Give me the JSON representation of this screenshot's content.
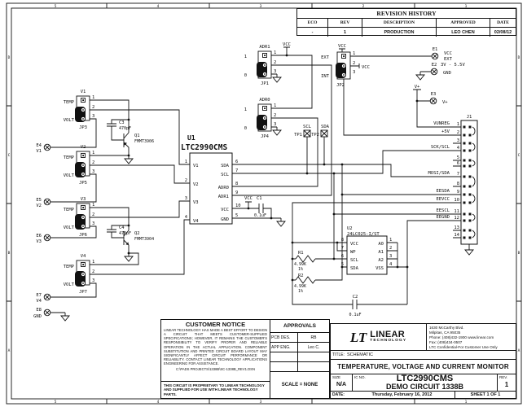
{
  "frame": {
    "zones_top": [
      "5",
      "4",
      "3",
      "2",
      "1"
    ],
    "zones_side": [
      "D",
      "C",
      "B",
      "A"
    ]
  },
  "rev": {
    "title": "REVISION HISTORY",
    "headers": [
      "ECO",
      "REV",
      "DESCRIPTION",
      "APPROVED",
      "DATE"
    ],
    "row": {
      "eco": "-",
      "rev": "1",
      "description": "PRODUCTION",
      "approved": "LEO CHEN",
      "date": "02/08/12"
    }
  },
  "tb": {
    "logo": "LT",
    "company": "LINEAR",
    "company2": "TECHNOLOGY",
    "address": [
      "1630 McCarthy Blvd.",
      "Milpitas, CA 95035",
      "Phone: (408)432-1900   www.linear.com",
      "Fax: (408)434-0507",
      "LTC Confidential-For Customer Use Only"
    ],
    "title_label": "TITLE:",
    "title_type": "SCHEMATIC",
    "title": "TEMPERATURE, VOLTAGE AND CURRENT MONITOR",
    "size_label": "SIZE",
    "size": "N/A",
    "icno_label": "IC NO.",
    "part": "LTC2990CMS",
    "circuit": "DEMO CIRCUIT 1338B",
    "rev_label": "REV.",
    "rev": "1",
    "date_label": "DATE:",
    "date": "Thursday, February 16, 2012",
    "sheet": "SHEET   1   OF   1"
  },
  "cn": {
    "heading": "CUSTOMER NOTICE",
    "body": "LINEAR TECHNOLOGY HAS MADE A BEST EFFORT TO DESIGN A CIRCUIT THAT MEETS CUSTOMER-SUPPLIED SPECIFICATIONS; HOWEVER, IT REMAINS THE CUSTOMER'S RESPONSIBILITY TO VERIFY PROPER AND RELIABLE OPERATION IN THE ACTUAL APPLICATION. COMPONENT SUBSTITUTION AND PRINTED CIRCUIT BOARD LAYOUT MAY SIGNIFICANTLY AFFECT CIRCUIT PERFORMANCE OR RELIABILITY.  CONTACT LINEAR TECHNOLOGY APPLICATIONS ENGINEERING FOR ASSISTANCE.",
    "path": "C:\\PADS PROJECTS\\1338B\\SC-1338B_REV1.DSN",
    "proprietary": "THIS CIRCUIT IS PROPRIETARY TO LINEAR TECHNOLOGY AND SUPPLIED FOR USE WITH LINEAR TECHNOLOGY PARTS.",
    "approvals_label": "APPROVALS",
    "rows": [
      {
        "label": "PCB DES.",
        "value": "RB"
      },
      {
        "label": "APP ENG.",
        "value": "Leo C."
      }
    ],
    "scale": "SCALE = NONE"
  },
  "sch": {
    "vcc": "VCC",
    "vplus": "V+",
    "u1": {
      "ref": "U1",
      "part": "LTC2990CMS",
      "left_nums": [
        "1",
        "2",
        "3",
        "4"
      ],
      "left": [
        "V1",
        "V2",
        "V3",
        "V4"
      ],
      "right_nums": [
        "6",
        "7",
        "8",
        "9",
        "10",
        "5"
      ],
      "right": [
        "SDA",
        "SCL",
        "ADR0",
        "ADR1",
        "VCC",
        "GND"
      ]
    },
    "u2": {
      "ref": "U2",
      "part": "24LC025-I/ST",
      "left_nums": [
        "8",
        "7",
        "6",
        "5"
      ],
      "left": [
        "VCC",
        "WP",
        "SCL",
        "SDA"
      ],
      "right_nums": [
        "1",
        "2",
        "3",
        "4"
      ],
      "right": [
        "A0",
        "A1",
        "A2",
        "VSS"
      ]
    },
    "jumpers": [
      {
        "ref": "JP1",
        "net": "ADR1",
        "a": "1",
        "b": "0",
        "pins": [
          "1",
          "2",
          "3"
        ]
      },
      {
        "ref": "JP4",
        "net": "ADR0",
        "a": "1",
        "b": "0",
        "pins": [
          "1",
          "2",
          "3"
        ]
      },
      {
        "ref": "JP2",
        "net": "VCC",
        "a": "EXT",
        "b": "INT",
        "pins": [
          "1",
          "2",
          "3"
        ]
      },
      {
        "ref": "JP3",
        "net": "V1",
        "a": "TEMP",
        "b": "VOLT",
        "pins": [
          "1",
          "2",
          "3"
        ]
      },
      {
        "ref": "JP5",
        "net": "V2",
        "a": "TEMP",
        "b": "VOLT",
        "pins": [
          "1",
          "2",
          "3"
        ]
      },
      {
        "ref": "JP6",
        "net": "V3",
        "a": "TEMP",
        "b": "VOLT",
        "pins": [
          "1",
          "2",
          "3"
        ]
      },
      {
        "ref": "JP7",
        "net": "V4",
        "a": "TEMP",
        "b": "VOLT",
        "pins": [
          "1",
          "2",
          "3"
        ]
      }
    ],
    "turrets": [
      {
        "ref": "E1",
        "lines": [
          "VCC",
          "EXT",
          "3V - 5.5V"
        ]
      },
      {
        "ref": "E2",
        "label": "GND"
      },
      {
        "ref": "E3",
        "label": "V+"
      },
      {
        "ref": "E4",
        "label": "V1"
      },
      {
        "ref": "E5",
        "label": "V2"
      },
      {
        "ref": "E6",
        "label": "V3"
      },
      {
        "ref": "E7",
        "label": "V4"
      },
      {
        "ref": "E8",
        "label": "GND"
      }
    ],
    "parts": {
      "c1": {
        "ref": "C1",
        "val": "0.1uF"
      },
      "c2": {
        "ref": "C2",
        "val": "0.1uF"
      },
      "c3": {
        "ref": "C3",
        "val": "470pF"
      },
      "c4": {
        "ref": "C4",
        "val": "470pF"
      },
      "r1": {
        "ref": "R1",
        "val": "4.99K",
        "tol": "1%"
      },
      "r2": {
        "ref": "R2",
        "val": "4.99K",
        "tol": "1%"
      },
      "q1": {
        "ref": "Q1",
        "part": "FMMT3906"
      },
      "q2": {
        "ref": "Q2",
        "part": "FMMT3904"
      }
    },
    "tps": [
      {
        "ref": "TP1",
        "net": "SCL"
      },
      {
        "ref": "TP2",
        "net": "SDA"
      }
    ],
    "j1": {
      "ref": "J1",
      "pins": [
        {
          "n": "1",
          "label": "VUNREG"
        },
        {
          "n": "2",
          "label": "+5V"
        },
        {
          "n": "3",
          "label": ""
        },
        {
          "n": "4",
          "label": "SCK/SCL"
        },
        {
          "n": "5",
          "label": ""
        },
        {
          "n": "6",
          "label": ""
        },
        {
          "n": "7",
          "label": "MOSI/SDA"
        },
        {
          "n": "8",
          "label": ""
        },
        {
          "n": "9",
          "label": "EESDA"
        },
        {
          "n": "10",
          "label": "EEVCC"
        },
        {
          "n": "11",
          "label": "EESCL"
        },
        {
          "n": "12",
          "label": "EEGND"
        },
        {
          "n": "13",
          "label": ""
        },
        {
          "n": "14",
          "label": ""
        }
      ]
    }
  }
}
